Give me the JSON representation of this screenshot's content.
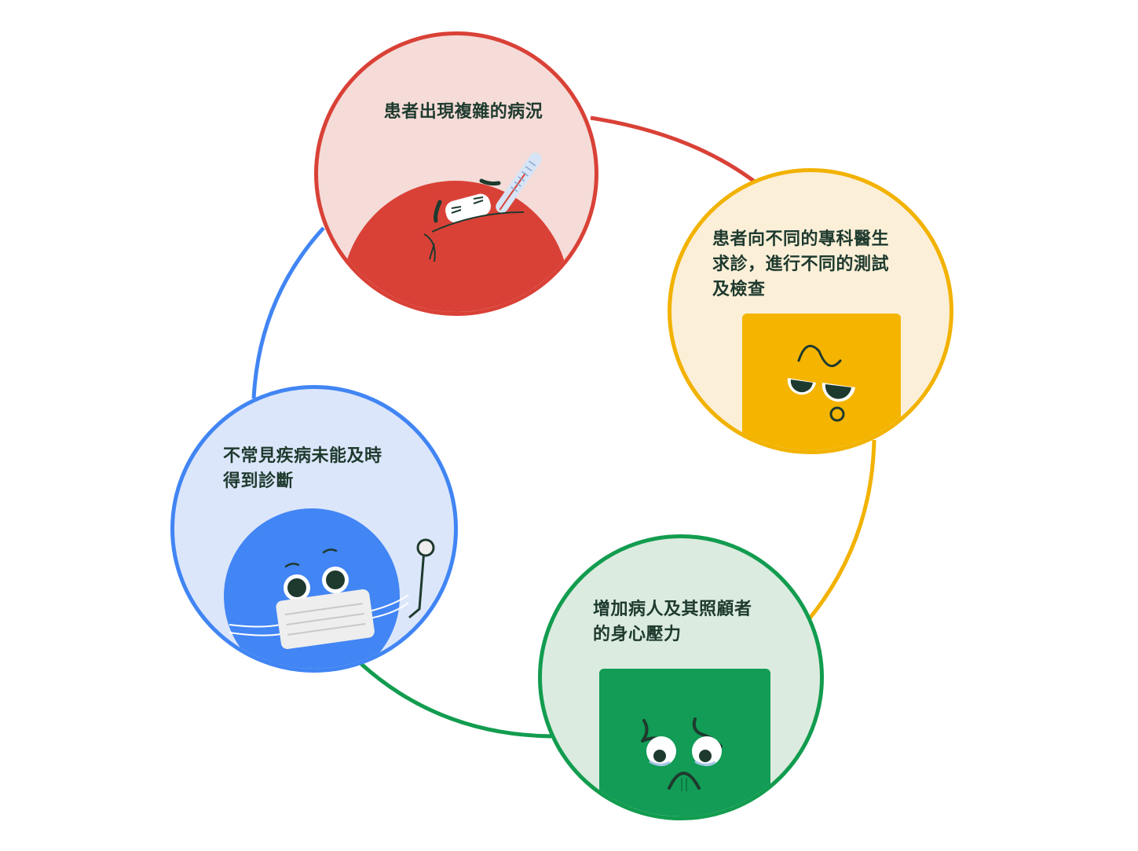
{
  "diagram": {
    "type": "cycle",
    "nodes": [
      {
        "id": "red",
        "label": "患者出現複雜的病況",
        "character": "red-sick-blob-with-thermometer",
        "colors": {
          "fill": "#f5dcd8",
          "border": "#d94137",
          "character": "#d94137"
        }
      },
      {
        "id": "yellow",
        "label": "患者向不同的專科醫生\n求診，進行不同的測試\n及檢查",
        "character": "yellow-square-skeptical-face",
        "colors": {
          "fill": "#fcefd8",
          "border": "#f2b200",
          "character": "#f4b400"
        }
      },
      {
        "id": "green",
        "label": "增加病人及其照顧者\n的身心壓力",
        "character": "green-square-sad-crying-face",
        "colors": {
          "fill": "#dcebdf",
          "border": "#129c4f",
          "character": "#129c56"
        }
      },
      {
        "id": "blue",
        "label": "不常見疾病未能及時\n得到診斷",
        "character": "blue-blob-with-mask-and-stethoscope",
        "colors": {
          "fill": "#dce6fb",
          "border": "#4185f4",
          "character": "#4285f4"
        }
      }
    ],
    "connectors": [
      {
        "from": "red",
        "to": "yellow",
        "color": "#d94137"
      },
      {
        "from": "yellow",
        "to": "green",
        "color": "#f2b200"
      },
      {
        "from": "blue",
        "to": "green",
        "color": "#129c4f"
      },
      {
        "from": "blue",
        "to": "red",
        "color": "#4185f4"
      }
    ],
    "ink_color": "#1e3a2e"
  }
}
